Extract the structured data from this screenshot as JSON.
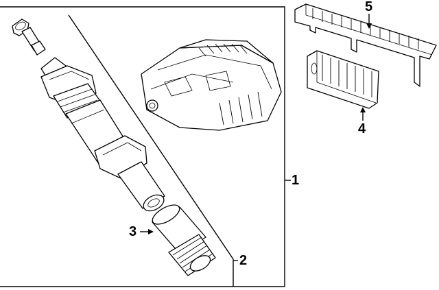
{
  "callouts": {
    "part_1": "1",
    "part_2": "2",
    "part_3": "3",
    "part_4": "4",
    "part_5": "5"
  }
}
